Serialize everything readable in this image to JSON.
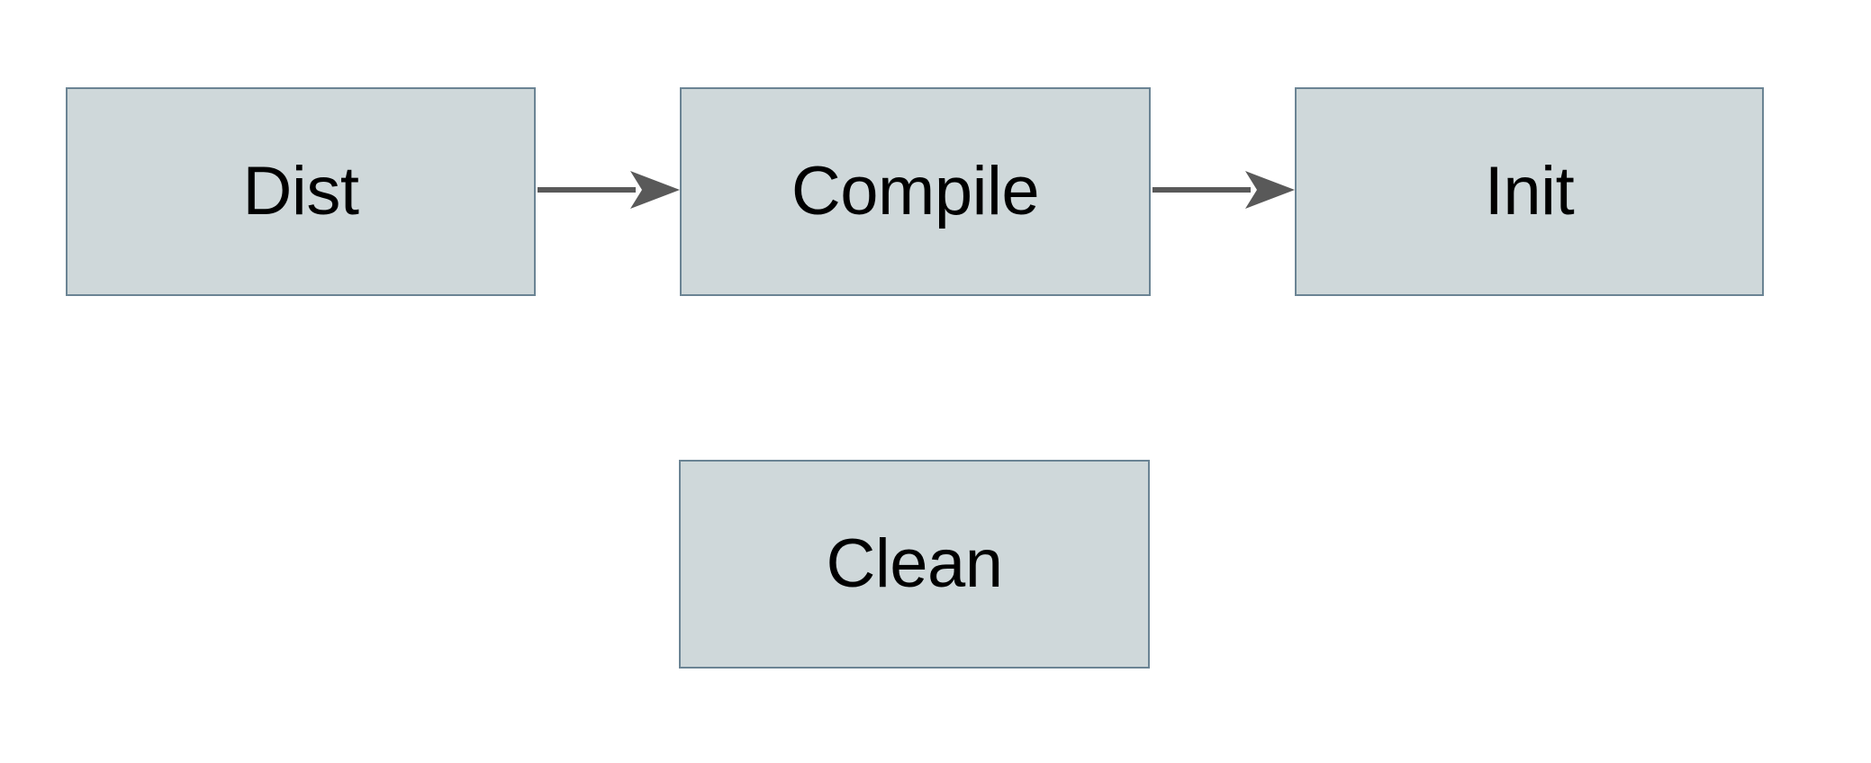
{
  "diagram": {
    "type": "flowchart",
    "background_color": "#ffffff",
    "node_fill_color": "#cfd8da",
    "node_border_color": "#6b8494",
    "edge_color": "#595959",
    "label_color": "#000000",
    "nodes": [
      {
        "id": "dist",
        "label": "Dist"
      },
      {
        "id": "compile",
        "label": "Compile"
      },
      {
        "id": "init",
        "label": "Init"
      },
      {
        "id": "clean",
        "label": "Clean"
      }
    ],
    "edges": [
      {
        "from": "Dist",
        "to": "Compile",
        "arrowhead": "filled-triangle",
        "direction": "right"
      },
      {
        "from": "Compile",
        "to": "Init",
        "arrowhead": "filled-triangle",
        "direction": "right"
      }
    ]
  }
}
